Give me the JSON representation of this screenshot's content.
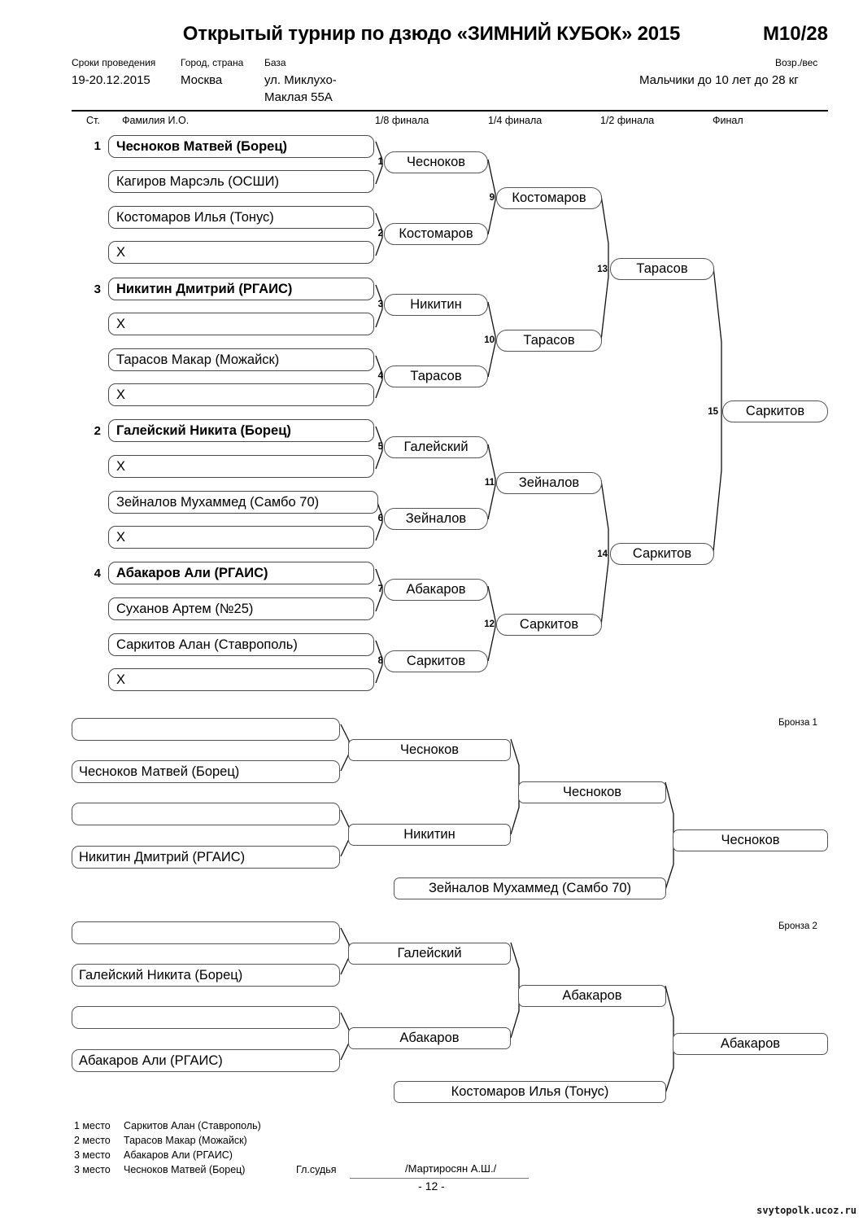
{
  "header": {
    "title": "Открытый турнир по дзюдо «ЗИМНИЙ КУБОК» 2015",
    "category_code": "M10/28",
    "labels": {
      "dates": "Сроки проведения",
      "city": "Город, страна",
      "venue": "База",
      "age_weight": "Возр./вес"
    },
    "values": {
      "dates": "19-20.12.2015",
      "city": "Москва",
      "venue_line1": "ул. Миклухо-",
      "venue_line2": "Маклая 55А",
      "age_weight": "Мальчики до 10 лет до 28 кг"
    }
  },
  "columns": {
    "seed": "Ст.",
    "name": "Фамилия И.О.",
    "r16": "1/8 финала",
    "qf": "1/4 финала",
    "sf": "1/2 финала",
    "final": "Финал"
  },
  "main_bracket": {
    "entries": [
      {
        "seed": "1",
        "name": "Чесноков Матвей (Борец)",
        "bold": true
      },
      {
        "seed": "",
        "name": "Кагиров Марсэль (ОСШИ)",
        "bold": false
      },
      {
        "seed": "",
        "name": "Костомаров Илья (Тонус)",
        "bold": false
      },
      {
        "seed": "",
        "name": "X",
        "bold": false
      },
      {
        "seed": "3",
        "name": "Никитин Дмитрий (РГАИС)",
        "bold": true
      },
      {
        "seed": "",
        "name": "X",
        "bold": false
      },
      {
        "seed": "",
        "name": "Тарасов Макар (Можайск)",
        "bold": false
      },
      {
        "seed": "",
        "name": "X",
        "bold": false
      },
      {
        "seed": "2",
        "name": "Галейский Никита (Борец)",
        "bold": true
      },
      {
        "seed": "",
        "name": "X",
        "bold": false
      },
      {
        "seed": "",
        "name": "Зейналов Мухаммед (Самбо 70)",
        "bold": false
      },
      {
        "seed": "",
        "name": "X",
        "bold": false
      },
      {
        "seed": "4",
        "name": "Абакаров Али (РГАИС)",
        "bold": true
      },
      {
        "seed": "",
        "name": "Суханов Артем (№25)",
        "bold": false
      },
      {
        "seed": "",
        "name": "Саркитов Алан (Ставрополь)",
        "bold": false
      },
      {
        "seed": "",
        "name": "X",
        "bold": false
      }
    ],
    "r16": [
      {
        "no": "1",
        "name": "Чесноков"
      },
      {
        "no": "2",
        "name": "Костомаров"
      },
      {
        "no": "3",
        "name": "Никитин"
      },
      {
        "no": "4",
        "name": "Тарасов"
      },
      {
        "no": "5",
        "name": "Галейский"
      },
      {
        "no": "6",
        "name": "Зейналов"
      },
      {
        "no": "7",
        "name": "Абакаров"
      },
      {
        "no": "8",
        "name": "Саркитов"
      }
    ],
    "qf": [
      {
        "no": "9",
        "name": "Костомаров"
      },
      {
        "no": "10",
        "name": "Тарасов"
      },
      {
        "no": "11",
        "name": "Зейналов"
      },
      {
        "no": "12",
        "name": "Саркитов"
      }
    ],
    "sf": [
      {
        "no": "13",
        "name": "Тарасов"
      },
      {
        "no": "14",
        "name": "Саркитов"
      }
    ],
    "final": {
      "no": "15",
      "name": "Саркитов"
    }
  },
  "bronze1": {
    "label": "Бронза 1",
    "entries": [
      {
        "name": ""
      },
      {
        "name": "Чесноков Матвей (Борец)"
      },
      {
        "name": ""
      },
      {
        "name": "Никитин Дмитрий (РГАИС)"
      }
    ],
    "round1": [
      {
        "name": "Чесноков"
      },
      {
        "name": "Никитин"
      }
    ],
    "round2": {
      "name": "Чесноков"
    },
    "drop_in": {
      "name": "Зейналов Мухаммед (Самбо 70)"
    },
    "winner": {
      "name": "Чесноков"
    }
  },
  "bronze2": {
    "label": "Бронза 2",
    "entries": [
      {
        "name": ""
      },
      {
        "name": "Галейский Никита (Борец)"
      },
      {
        "name": ""
      },
      {
        "name": "Абакаров Али (РГАИС)"
      }
    ],
    "round1": [
      {
        "name": "Галейский"
      },
      {
        "name": "Абакаров"
      }
    ],
    "round2": {
      "name": "Абакаров"
    },
    "drop_in": {
      "name": "Костомаров Илья (Тонус)"
    },
    "winner": {
      "name": "Абакаров"
    }
  },
  "results": [
    {
      "rank": "1 место",
      "name": "Саркитов Алан (Ставрополь)"
    },
    {
      "rank": "2 место",
      "name": "Тарасов Макар (Можайск)"
    },
    {
      "rank": "3 место",
      "name": "Абакаров Али (РГАИС)"
    },
    {
      "rank": "3 место",
      "name": "Чесноков Матвей (Борец)"
    }
  ],
  "footer": {
    "judge_label": "Гл.судья",
    "judge_name": "/Мартиросян А.Ш./",
    "page_number": "- 12 -",
    "watermark": "svytopolk.ucoz.ru"
  }
}
